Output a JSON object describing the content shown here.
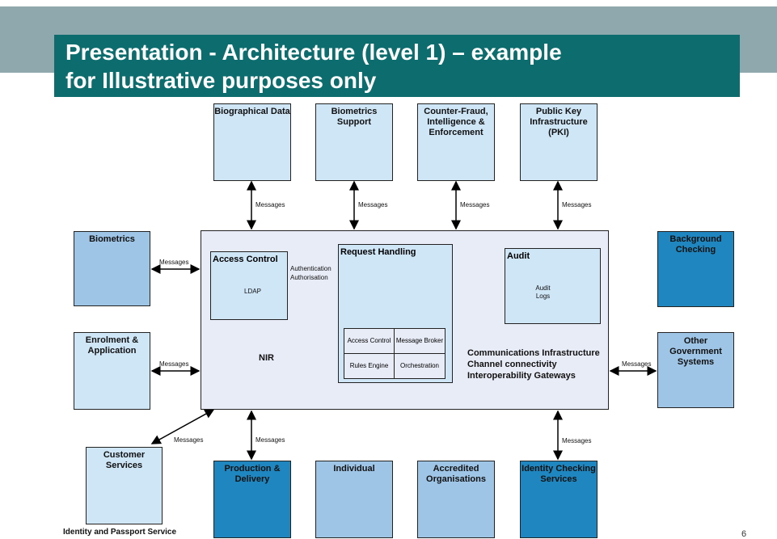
{
  "title": {
    "line1": "Presentation - Architecture (level 1) – example",
    "line2": "for Illustrative purposes only"
  },
  "top_boxes": [
    {
      "label": "Biographical Data"
    },
    {
      "label": "Biometrics Support"
    },
    {
      "label": "Counter-Fraud, Intelligence & Enforcement"
    },
    {
      "label": "Public Key Infrastructure (PKI)"
    }
  ],
  "left_boxes": [
    {
      "label": "Biometrics"
    },
    {
      "label": "Enrolment & Application"
    },
    {
      "label": "Customer Services"
    }
  ],
  "right_boxes": [
    {
      "label": "Background Checking"
    },
    {
      "label": "Other Government Systems"
    }
  ],
  "bottom_boxes": [
    {
      "label": "Production & Delivery"
    },
    {
      "label": "Individual"
    },
    {
      "label": "Accredited Organisations"
    },
    {
      "label": "Identity Checking Services"
    }
  ],
  "nir": {
    "label": "NIR",
    "access_control": "Access Control",
    "ldap": "LDAP",
    "auth_label_1": "Authentication",
    "auth_label_2": "Authorisation",
    "request_handling": "Request Handling",
    "cells": [
      "Access Control",
      "Message Broker",
      "Rules Engine",
      "Orchestration"
    ],
    "audit": "Audit",
    "audit_logs": "Audit Logs",
    "comms_1": "Communications Infrastructure",
    "comms_2": "Channel connectivity",
    "comms_3": "Interoperability Gateways"
  },
  "messages_label": "Messages",
  "footer": "Identity and Passport Service",
  "page_number": "6",
  "colors": {
    "title_bg": "#0d6d6e",
    "band": "#8fa8ad",
    "light_box": "#cfe6f7",
    "mid_box": "#9ec4e6",
    "dark_box": "#1f86bf",
    "nir_bg": "#e8ecf6"
  }
}
